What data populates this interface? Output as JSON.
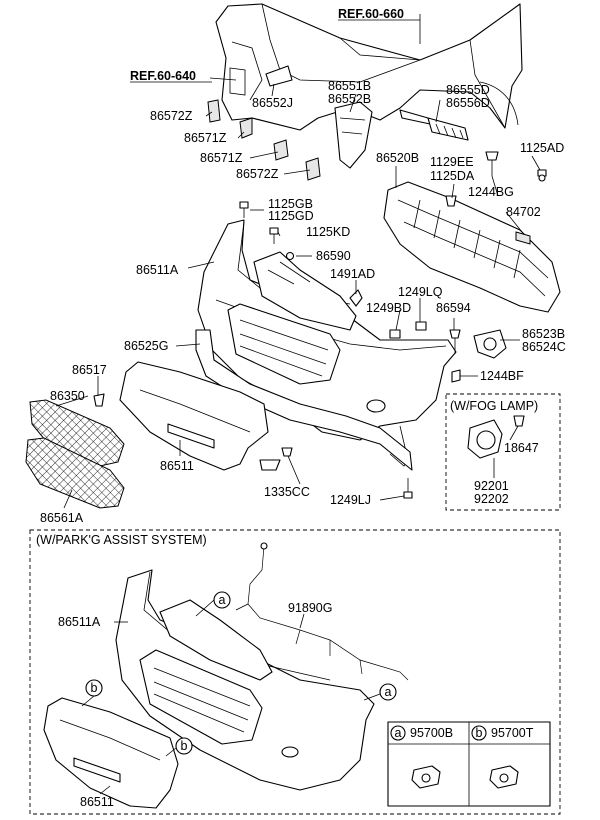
{
  "labels": {
    "ref_60_660": "REF.60-660",
    "ref_60_640": "REF.60-640",
    "p86551b": "86551B",
    "p86552b": "86552B",
    "p86552j": "86552J",
    "p86555d": "86555D",
    "p86556d": "86556D",
    "p86572z_a": "86572Z",
    "p86571z_a": "86571Z",
    "p86571z_b": "86571Z",
    "p86572z_b": "86572Z",
    "p1125ad": "1125AD",
    "p86520b": "86520B",
    "p1129ee": "1129EE",
    "p1125da": "1125DA",
    "p1244bg": "1244BG",
    "p84702": "84702",
    "p1125gb": "1125GB",
    "p1125gd": "1125GD",
    "p1125kd": "1125KD",
    "p86590": "86590",
    "p1491ad": "1491AD",
    "p86511a": "86511A",
    "p1249lq": "1249LQ",
    "p1249bd": "1249BD",
    "p86594": "86594",
    "p86523b": "86523B",
    "p86524c": "86524C",
    "p86525g": "86525G",
    "p1244bf": "1244BF",
    "p86517": "86517",
    "p86350": "86350",
    "p86511": "86511",
    "p1335cc": "1335CC",
    "p1249lj": "1249LJ",
    "p86561a": "86561A",
    "p18647": "18647",
    "p92201": "92201",
    "p92202": "92202",
    "p86511a_2": "86511A",
    "p91890g": "91890G",
    "p86511_2": "86511",
    "p95700b": "95700B",
    "p95700t": "95700T"
  },
  "boxes": {
    "fog_lamp_title": "(W/FOG LAMP)",
    "park_assist_title": "(W/PARK'G ASSIST SYSTEM)"
  },
  "callouts": {
    "a": "a",
    "b": "b"
  }
}
